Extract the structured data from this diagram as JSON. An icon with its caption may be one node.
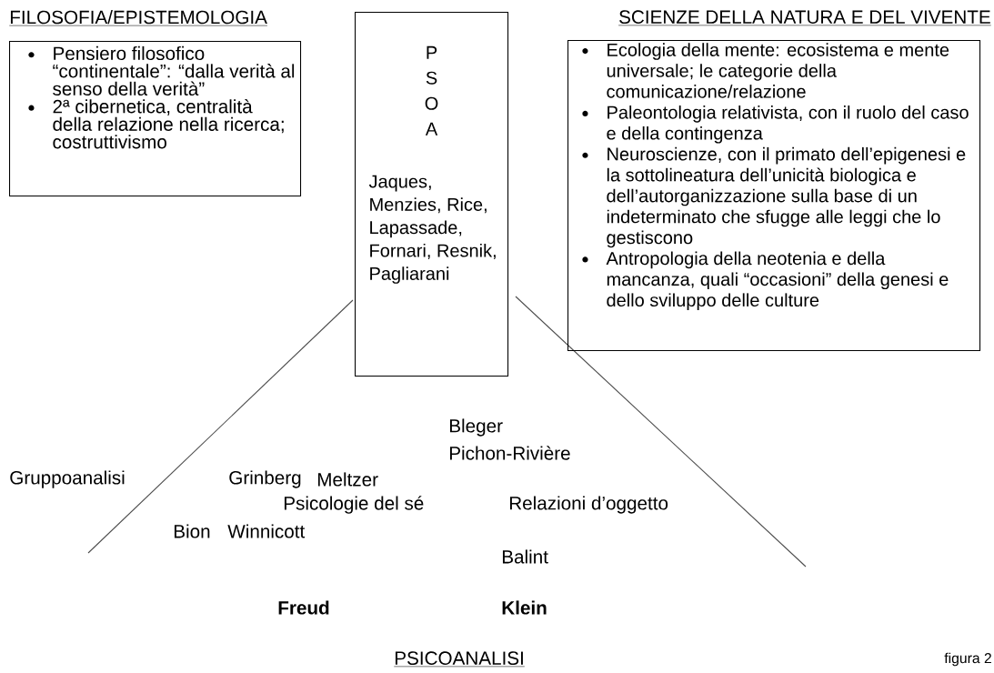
{
  "diagram": {
    "nodes": [
      {
        "text": [
          "FILOSOFIA/EPISTEMOLOGIA",
          "Pensiero filosofico “continentale”: “dalla verità al senso della verità”",
          "2ª cibernetica, centralità della relazione nella ricerca; costruttivismo"
        ]
      },
      {
        "text": [
          "P S O A",
          "Jaques, Menzies, Rice, Lapassade, Fornari, Resnik, Pagliarani"
        ]
      },
      {
        "text": [
          "SCIENZE DELLA NATURA E DEL VIVENTE",
          "Ecologia della mente: ecosistema e mente universale; le categorie della comunicazione/relazione",
          "Paleontologia relativista, con il ruolo del caso e della contingenza",
          "Neuroscienze, con il primato dell’epigenesi e la sottolineatura dell’unicità biologica e dell’autorganizzazione sulla base di un indeterminato che sfugge alle leggi che lo gestiscono",
          "Antropologia della neotenia e della mancanza, quali “occasioni” della genesi e dello sviluppo delle culture"
        ]
      }
    ],
    "labels": [
      "Bleger",
      "Pichon-Rivière",
      "Gruppoanalisi",
      "Grinberg",
      "Meltzer",
      "Psicologie del sé",
      "Relazioni d’oggetto",
      "Bion",
      "Winnicott",
      "Balint",
      "**Freud**",
      "**Klein**",
      "PSICOANALISI",
      "figura 2"
    ]
  }
}
